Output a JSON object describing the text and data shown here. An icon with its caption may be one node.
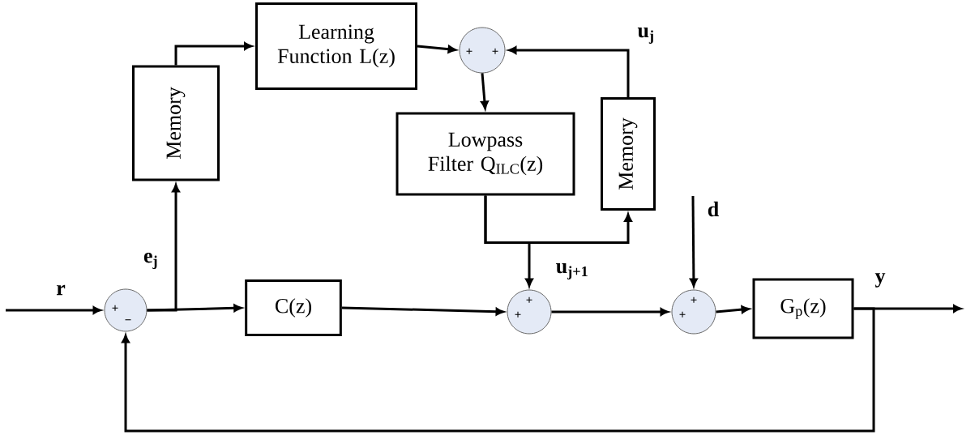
{
  "diagram": {
    "nodes": [
      {
        "text": [
          "Learning Function L(z)"
        ]
      },
      {
        "text": [
          "+",
          "+"
        ]
      },
      {
        "text": [
          "Memory"
        ]
      },
      {
        "text": [
          "Lowpass Filter Q$_{ILC}$(z)"
        ]
      },
      {
        "text": [
          "Memory"
        ]
      },
      {
        "text": [
          "+",
          "−"
        ]
      },
      {
        "text": [
          "C(z)"
        ]
      },
      {
        "text": [
          "+",
          "+"
        ]
      },
      {
        "text": [
          "+",
          "+"
        ]
      },
      {
        "text": [
          "G$_{p}$(z)"
        ]
      }
    ],
    "edges": [
      {
        "from": null,
        "to": 5,
        "arrow": "to",
        "label": "r"
      },
      {
        "from": 5,
        "to": 6,
        "arrow": "to"
      },
      {
        "from": 5,
        "to": 2,
        "arrow": "to",
        "label": "e$_{j}$"
      },
      {
        "from": 2,
        "to": 0,
        "arrow": "to"
      },
      {
        "from": 0,
        "to": 1,
        "arrow": "to"
      },
      {
        "from": 4,
        "to": 1,
        "arrow": "to",
        "label": "u$_{j}$"
      },
      {
        "from": 1,
        "to": 3,
        "arrow": "to"
      },
      {
        "from": 3,
        "to": 7,
        "arrow": "to",
        "label": "u$_{j+1}$"
      },
      {
        "from": 3,
        "to": 4,
        "arrow": "to"
      },
      {
        "from": 6,
        "to": 7,
        "arrow": "to"
      },
      {
        "from": 7,
        "to": 8,
        "arrow": "to"
      },
      {
        "from": null,
        "to": 8,
        "arrow": "to",
        "label": "d"
      },
      {
        "from": 8,
        "to": 9,
        "arrow": "to"
      },
      {
        "from": 9,
        "to": null,
        "arrow": "to",
        "label": "y"
      },
      {
        "from": 9,
        "to": 5,
        "arrow": "to"
      }
    ]
  }
}
